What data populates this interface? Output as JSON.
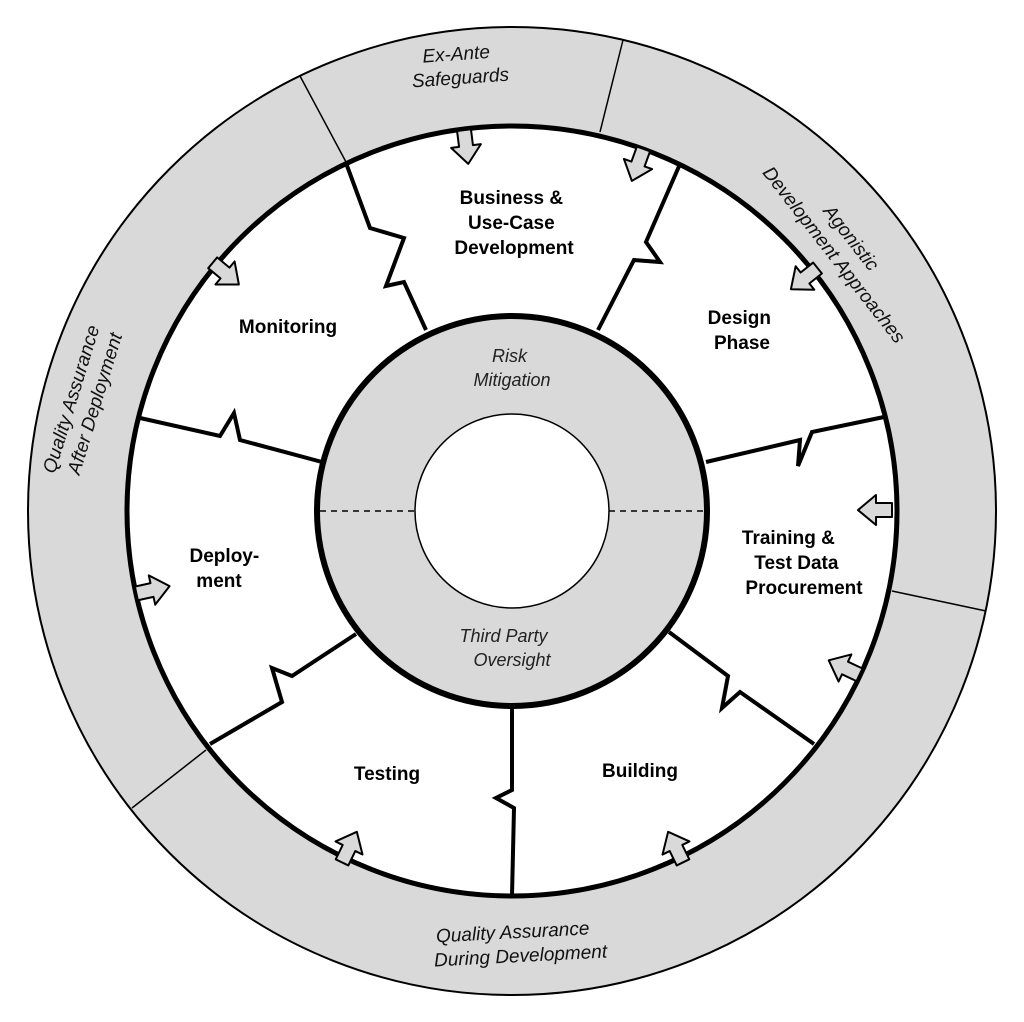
{
  "diagram": {
    "phases": [
      {
        "lines": [
          "Business &",
          "Use-Case",
          "Development"
        ]
      },
      {
        "lines": [
          "Design",
          "Phase"
        ]
      },
      {
        "lines": [
          "Training &",
          "Test Data",
          "Procurement"
        ]
      },
      {
        "lines": [
          "Building"
        ]
      },
      {
        "lines": [
          "Testing"
        ]
      },
      {
        "lines": [
          "Deploy-",
          "ment"
        ]
      },
      {
        "lines": [
          "Monitoring"
        ]
      }
    ],
    "outer_ring": {
      "ex_ante": [
        "Ex-Ante",
        "Safeguards"
      ],
      "agonistic": [
        "Agonistic",
        "Development Approaches"
      ],
      "qa_during": [
        "Quality Assurance",
        "During Development"
      ],
      "qa_after": [
        "Quality Assurance",
        "After Deployment"
      ]
    },
    "core": {
      "top": [
        "Risk",
        "Mitigation"
      ],
      "bottom": [
        "Third Party",
        "Oversight"
      ]
    },
    "colors": {
      "ring_fill": "#d9d9d9",
      "phase_fill": "#ffffff",
      "stroke": "#000000"
    }
  }
}
